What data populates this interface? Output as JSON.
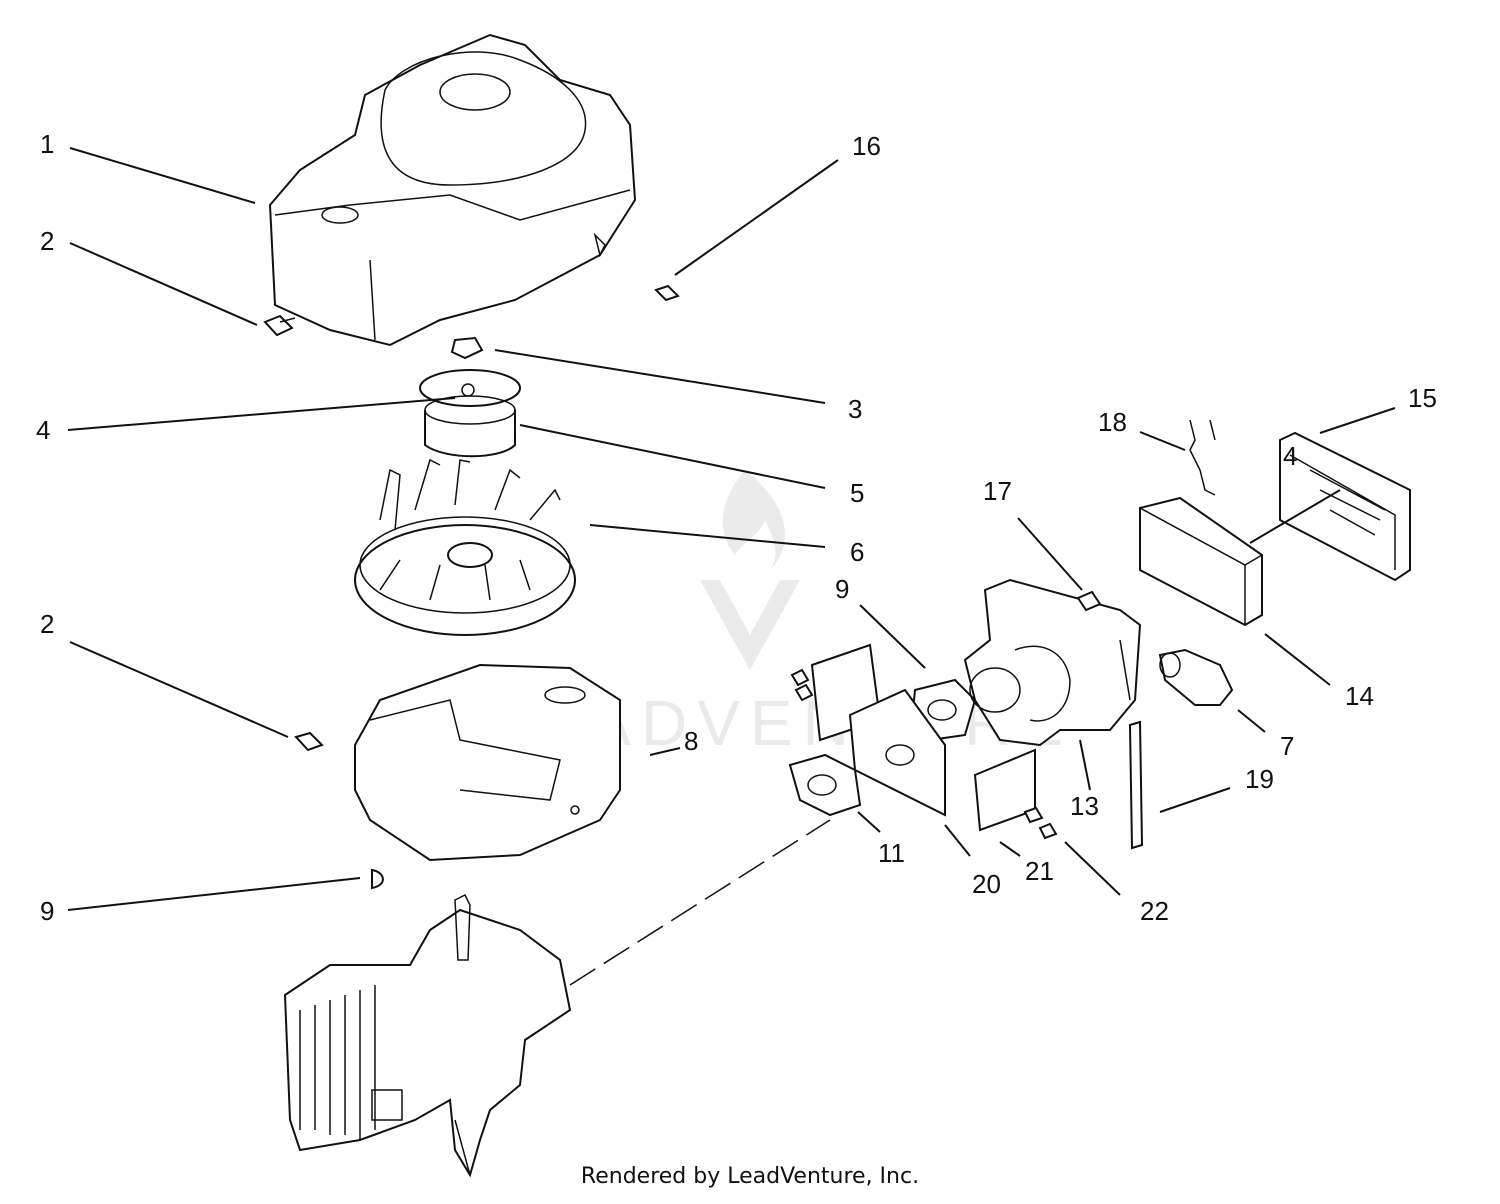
{
  "footer": "Rendered by LeadVenture, Inc.",
  "watermark": "LEADVENTURE",
  "callouts": [
    "1",
    "2",
    "16",
    "3",
    "4",
    "5",
    "6",
    "9",
    "2",
    "8",
    "9",
    "11",
    "20",
    "21",
    "22",
    "13",
    "19",
    "7",
    "14",
    "15",
    "18",
    "17",
    "4"
  ]
}
